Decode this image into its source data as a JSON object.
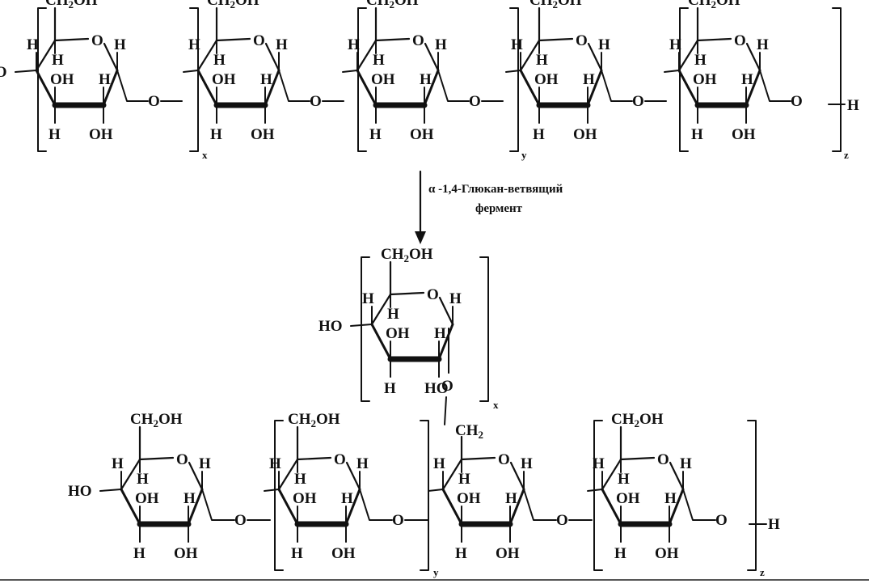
{
  "atoms": {
    "ch2oh_main": "CH",
    "ch2oh_sub": "2",
    "ch2oh_tail": "OH",
    "h": "H",
    "oh": "OH",
    "ho": "HO",
    "o": "O",
    "ch2_bridge_main": "CH",
    "ch2_bridge_sub": "2"
  },
  "subscripts": {
    "x": "x",
    "y": "y",
    "z": "z"
  },
  "enzyme": {
    "line1": "α -1,4-Глюкан-ветвящий",
    "line2": "фермент"
  },
  "colors": {
    "ink": "#111111",
    "background": "#ffffff"
  }
}
